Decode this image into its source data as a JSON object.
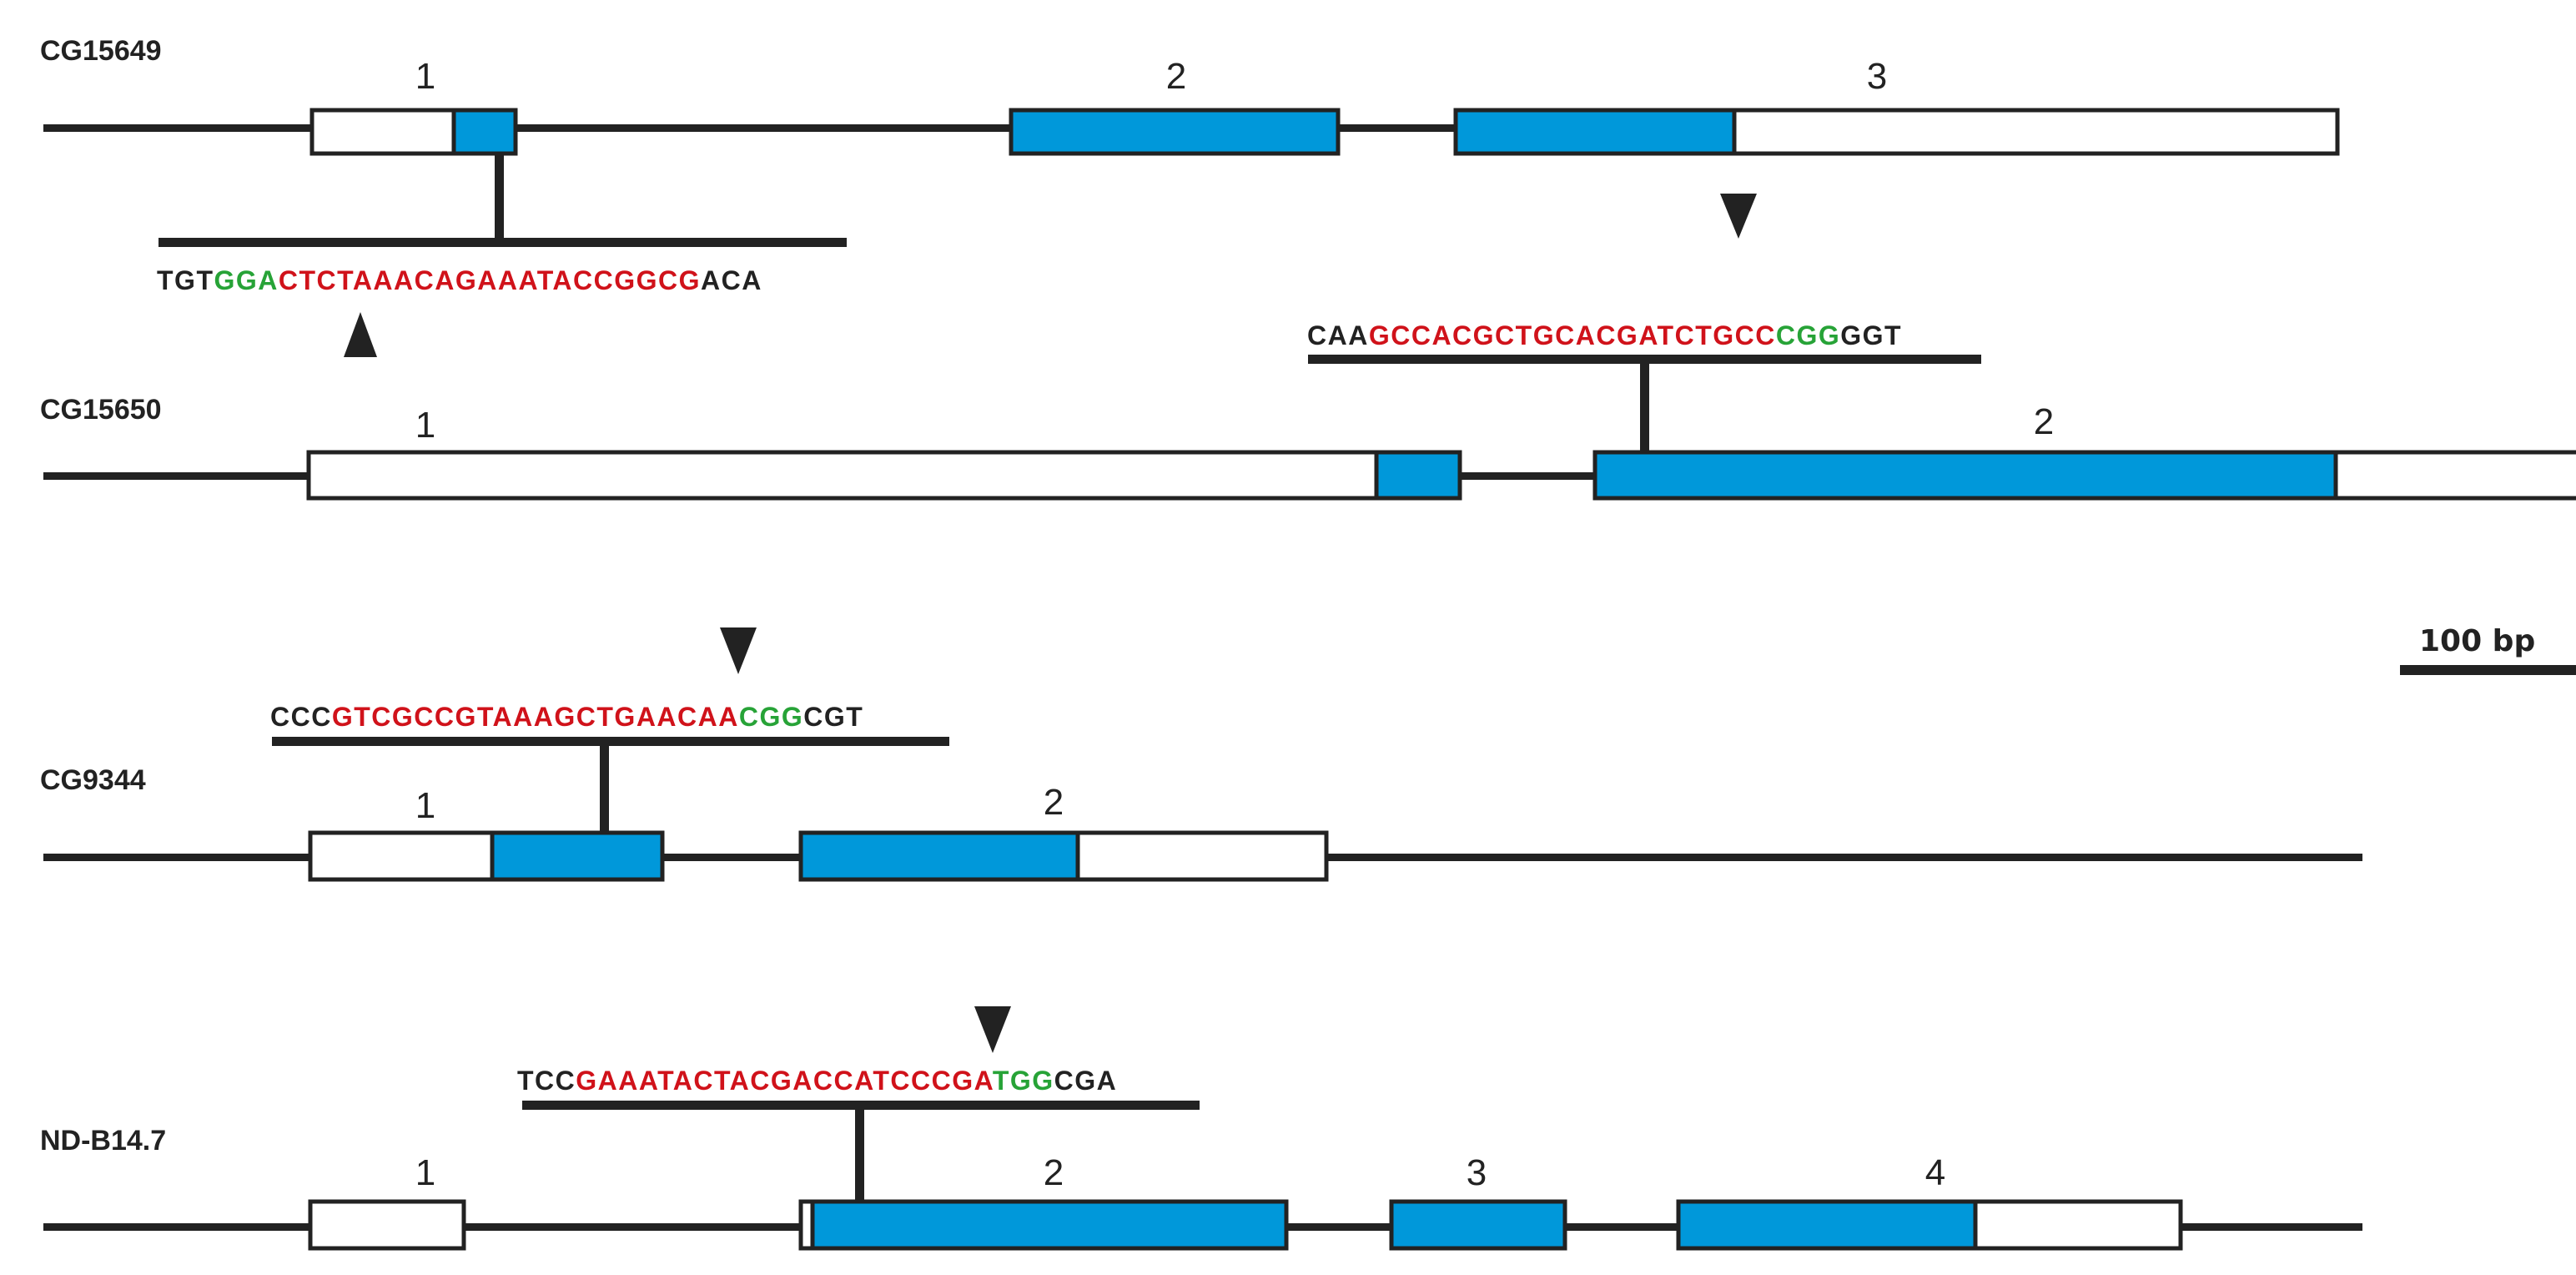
{
  "colors": {
    "line": "#222222",
    "coding": "#0098da",
    "utr": "#ffffff",
    "target": "#d0121a",
    "pam": "#27a337",
    "flank": "#222222"
  },
  "genes": [
    {
      "name": "CG15649",
      "exon_labels": [
        "1",
        "2",
        "3"
      ],
      "sequence": {
        "left": "TGT",
        "pam": "GGA",
        "target": "CTCTAAACAGAAATACCGGCG",
        "right": "ACA",
        "pam_side": "left"
      },
      "cut_marker": "arrowhead-up"
    },
    {
      "name": "CG15650",
      "exon_labels": [
        "1",
        "2"
      ],
      "sequence": {
        "left": "CAA",
        "target": "GCCACGCTGCACGATCTGCC",
        "pam": "CGG",
        "right": "GGT",
        "pam_side": "right"
      },
      "cut_marker": "arrowhead-down"
    },
    {
      "name": "CG9344",
      "exon_labels": [
        "1",
        "2"
      ],
      "sequence": {
        "left": "CCC",
        "target": "GTCGCCGTAAAGCTGAACAA",
        "pam": "CGG",
        "right": "CGT",
        "pam_side": "right"
      },
      "cut_marker": "arrowhead-down"
    },
    {
      "name": "ND-B14.7",
      "exon_labels": [
        "1",
        "2",
        "3",
        "4"
      ],
      "sequence": {
        "left": "TCC",
        "target": "GAAATACTACGACCATCCCGA",
        "pam": "TGG",
        "right": "CGA",
        "pam_side": "right"
      },
      "cut_marker": "arrowhead-down"
    }
  ],
  "scale_bar": {
    "label": "100 bp"
  }
}
